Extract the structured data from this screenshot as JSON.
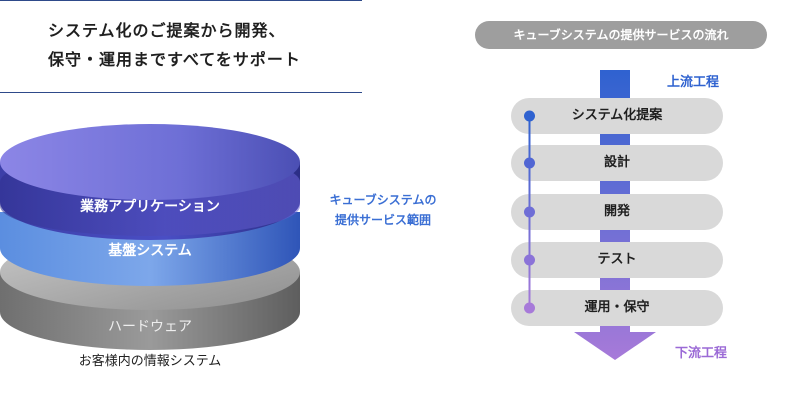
{
  "headline": {
    "line1": "システム化のご提案から開発、",
    "line2": "保守・運用まですべてをサポート"
  },
  "stack": {
    "layers": [
      {
        "label": "業務アプリケーション"
      },
      {
        "label": "基盤システム"
      },
      {
        "label": "ハードウェア"
      }
    ],
    "caption": "お客様内の情報システム"
  },
  "scope": {
    "line1": "キューブシステムの",
    "line2": "提供サービス範囲"
  },
  "flow": {
    "title": "キューブシステムの提供サービスの流れ",
    "upstream_label": "上流工程",
    "downstream_label": "下流工程",
    "steps": [
      {
        "label": "システム化提案"
      },
      {
        "label": "設計"
      },
      {
        "label": "開発"
      },
      {
        "label": "テスト"
      },
      {
        "label": "運用・保守"
      }
    ]
  },
  "colors": {
    "upstream_blue": "#2f62d0",
    "downstream_purple": "#a77ad9",
    "step_pill": "#d9d9d9",
    "title_pill": "#9e9e9e",
    "rule": "#2e4a8a"
  }
}
